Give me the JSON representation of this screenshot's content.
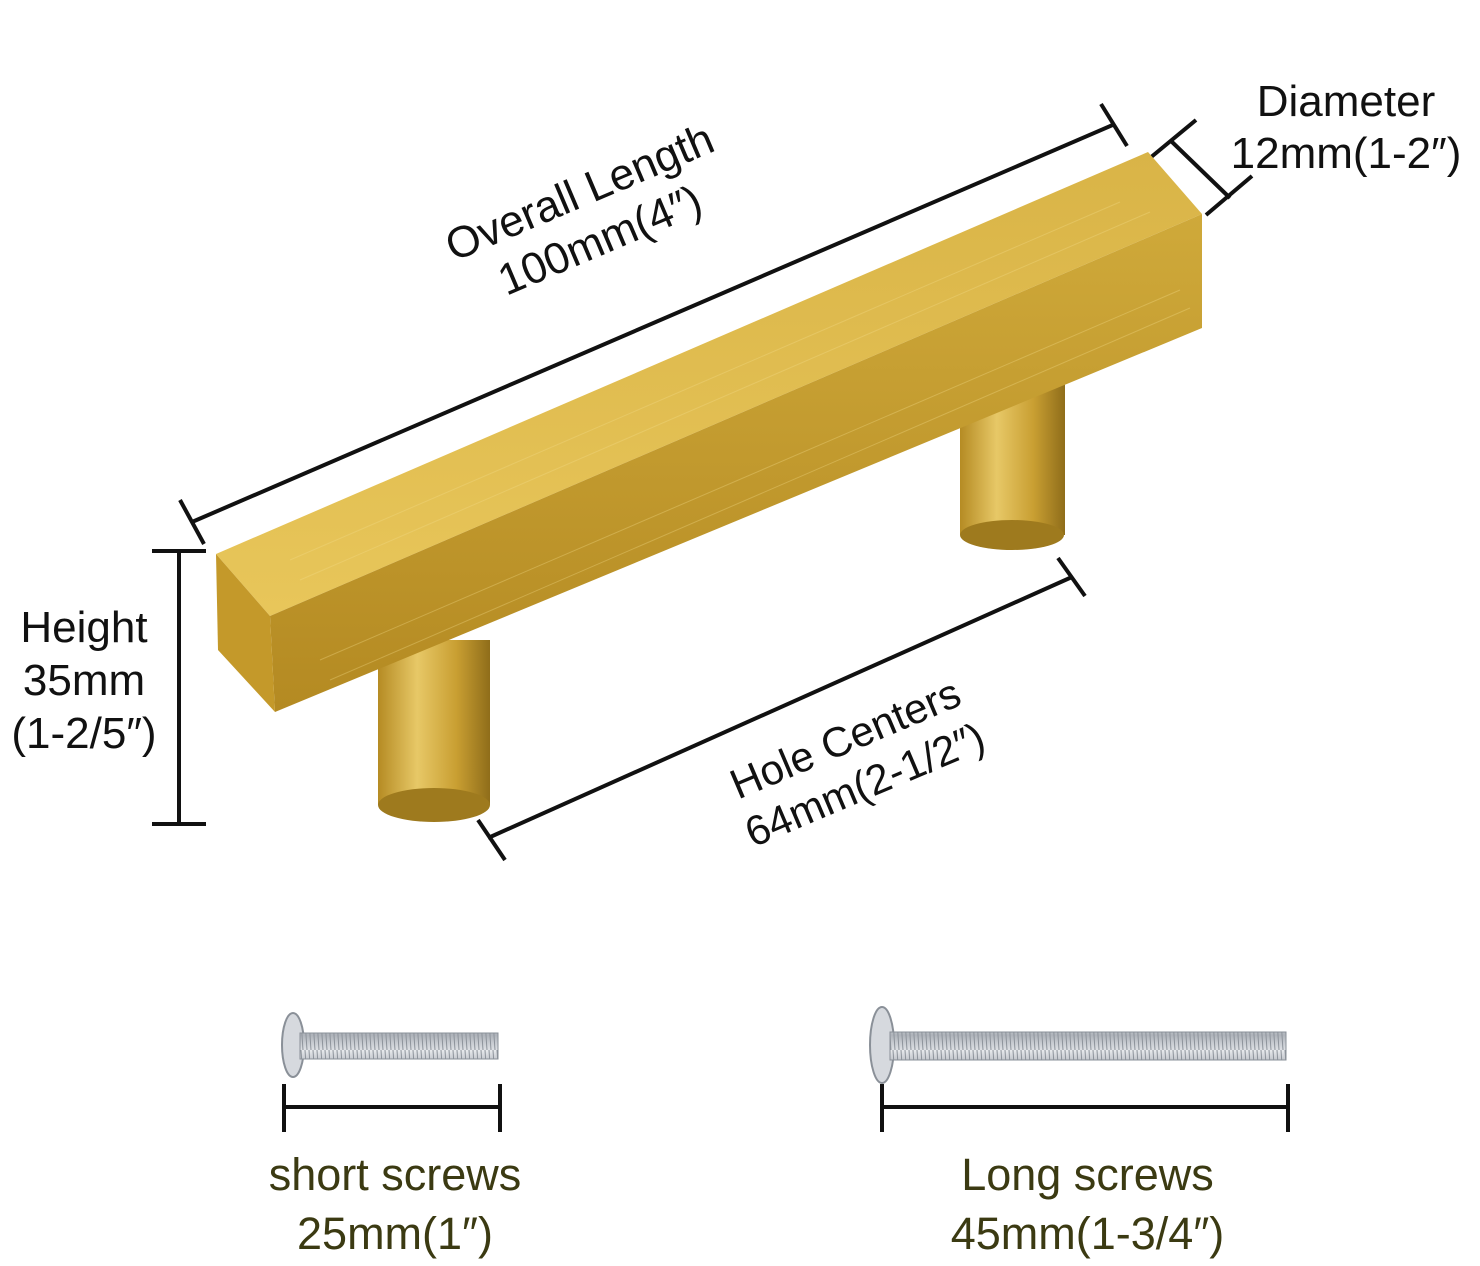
{
  "dimensions": {
    "overall_length": {
      "label": "Overall Length",
      "value": "100mm(4″)"
    },
    "diameter": {
      "label": "Diameter",
      "value": "12mm(1-2″)"
    },
    "height": {
      "label": "Height",
      "value": "35mm",
      "value_imperial": "(1-2/5″)"
    },
    "hole_centers": {
      "label": "Hole Centers",
      "value": "64mm(2-1/2″)"
    }
  },
  "screws": {
    "short": {
      "label": "short screws",
      "value": "25mm(1″)"
    },
    "long": {
      "label": "Long screws",
      "value": "45mm(1-3/4″)"
    }
  },
  "colors": {
    "gold_light": "#e6c55a",
    "gold_mid": "#c9a02f",
    "gold_dark": "#8f6d1a",
    "line": "#111111",
    "screw_label": "#3b3a12",
    "screw_metal": "#c8ccd2"
  }
}
